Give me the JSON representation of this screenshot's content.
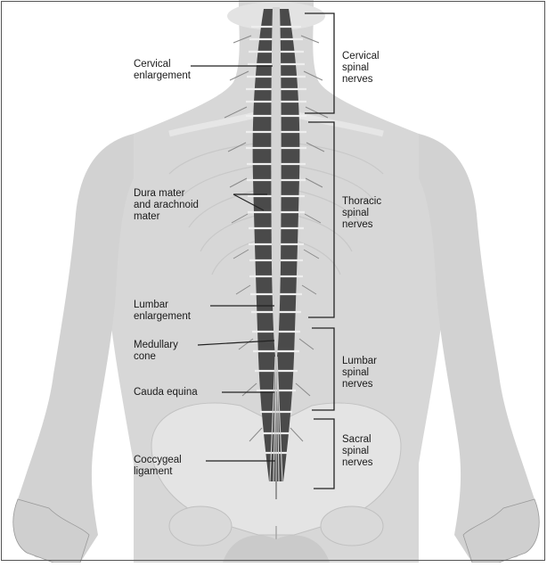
{
  "labels": {
    "cervical_enlargement": "Cervical\nenlargement",
    "dura_mater": "Dura mater\nand arachnoid\nmater",
    "lumbar_enlargement": "Lumbar\nenlargement",
    "medullary_cone": "Medullary\ncone",
    "cauda_equina": "Cauda equina",
    "coccygeal_ligament": "Coccygeal\nligament",
    "cervical_nerves": "Cervical\nspinal\nnerves",
    "thoracic_nerves": "Thoracic\nspinal\nnerves",
    "lumbar_nerves": "Lumbar\nspinal\nnerves",
    "sacral_nerves": "Sacral\nspinal\nnerves"
  },
  "colors": {
    "body": "#d7d7d7",
    "body_shadow": "#bdbdbd",
    "bone": "#e9e9e9",
    "spine_dark": "#3a3a3a",
    "spine_light": "#f2f2f2",
    "cord": "#bfbfbf"
  }
}
